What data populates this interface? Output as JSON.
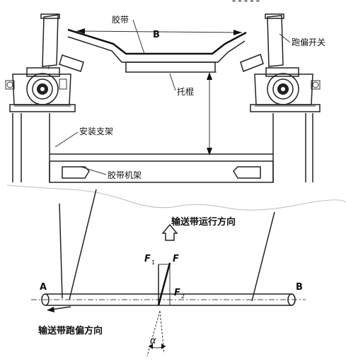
{
  "top_figure": {
    "belt_label": "胶带",
    "width_label": "B",
    "switch_label": "跑偏开关",
    "idler_label": "托棍",
    "bracket_label": "安装支架",
    "frame_label": "胶带机架"
  },
  "bottom_figure": {
    "direction_label": "输送带运行方向",
    "deviation_label": "输送带跑偏方向",
    "point_a": "A",
    "point_b": "B",
    "force_f": "F",
    "force_f1": "F",
    "force_f1_sub": "1",
    "force_f2": "F",
    "force_f2_sub": "2",
    "angle_label": "α"
  }
}
